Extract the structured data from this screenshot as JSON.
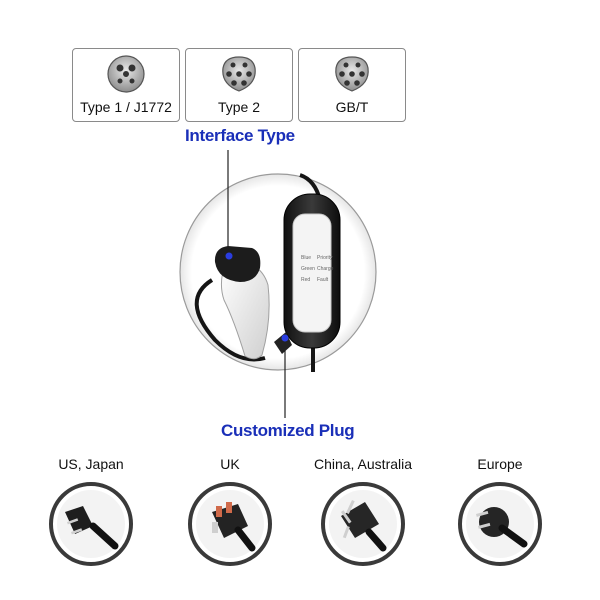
{
  "connectors": [
    {
      "label": "Type 1 / J1772",
      "icon": "type1-connector-icon"
    },
    {
      "label": "Type 2",
      "icon": "type2-connector-icon"
    },
    {
      "label": "GB/T",
      "icon": "gbt-connector-icon"
    }
  ],
  "interface_title": "Interface Type",
  "plug_title": "Customized Plug",
  "controller": {
    "left_labels": [
      "Blue",
      "Green",
      "Red"
    ],
    "right_labels": [
      "Priority",
      "Charge",
      "Fault"
    ]
  },
  "regions": [
    {
      "label": "US, Japan",
      "icon": "us-plug-icon"
    },
    {
      "label": "UK",
      "icon": "uk-plug-icon"
    },
    {
      "label": "China, Australia",
      "icon": "china-australia-plug-icon"
    },
    {
      "label": "Europe",
      "icon": "europe-plug-icon"
    }
  ],
  "colors": {
    "accent": "#1a2fb8",
    "plug_dark": "#2a2a2a",
    "ring": "#4a4a4a"
  }
}
